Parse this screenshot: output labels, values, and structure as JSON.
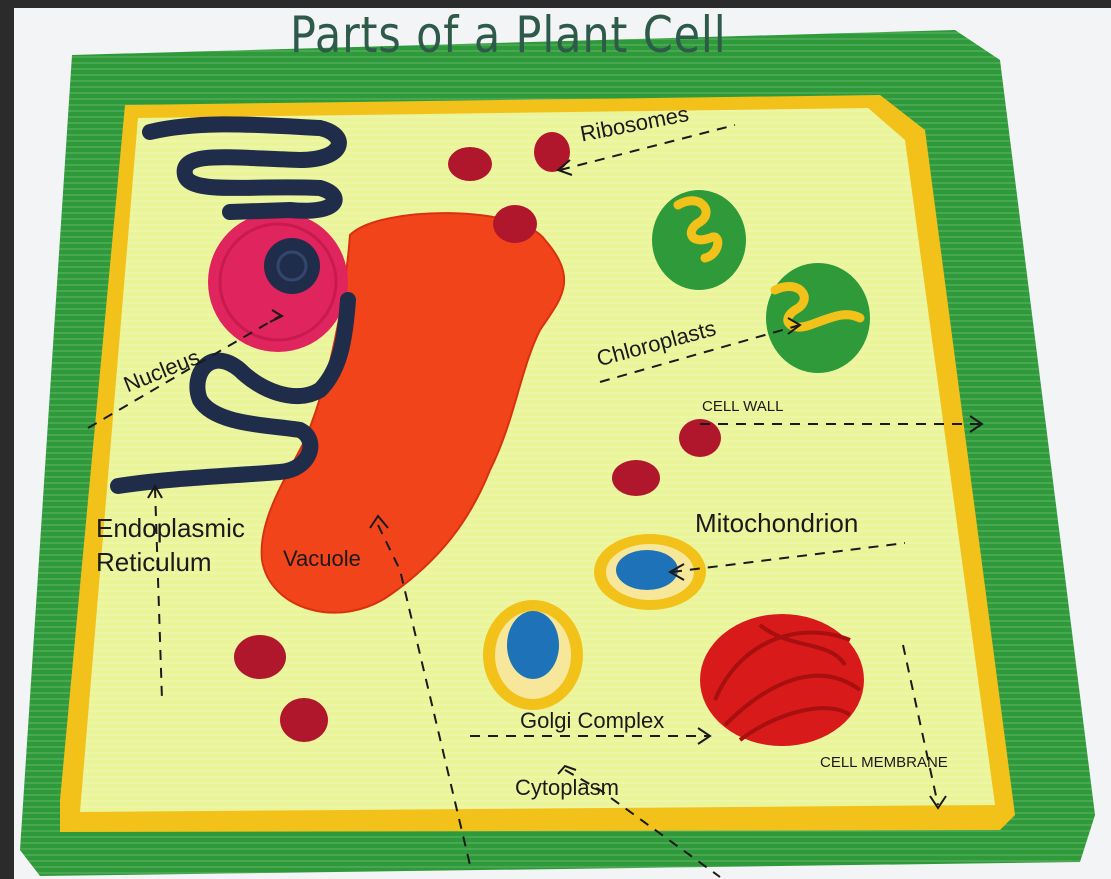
{
  "title": "Parts of a Plant Cell",
  "labels": {
    "ribosomes": "Ribosomes",
    "chloroplasts": "Chloroplasts",
    "nucleus": "Nucleus",
    "cell_wall": "CELL WALL",
    "endoplasmic_reticulum_line1": "Endoplasmic",
    "endoplasmic_reticulum_line2": "Reticulum",
    "vacuole": "Vacuole",
    "mitochondrion": "Mitochondrion",
    "golgi_complex": "Golgi Complex",
    "cell_membrane": "CELL MEMBRANE",
    "cytoplasm": "Cytoplasm"
  },
  "colors": {
    "cell_wall": "#2f9a3a",
    "cell_membrane": "#f2c21a",
    "cytoplasm": "#eaf59a",
    "vacuole": "#f2441a",
    "nucleus": "#e0245e",
    "nucleolus": "#1f2d4a",
    "endoplasmic_reticulum": "#1f2d4a",
    "ribosome": "#b0162c",
    "chloroplast": "#2f9a3a",
    "mitochondrion_outer": "#f2c21a",
    "mitochondrion_inner": "#1e73b8",
    "golgi_complex": "#d81a1a"
  }
}
